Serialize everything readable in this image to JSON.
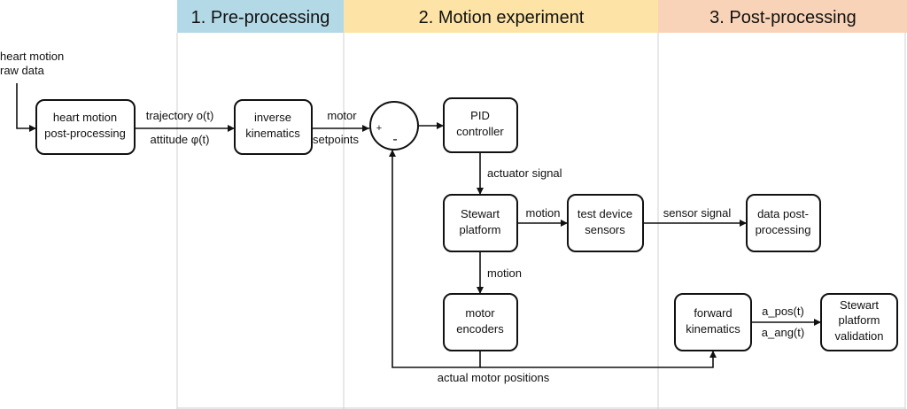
{
  "colors": {
    "header_1": "#b4d9e6",
    "header_2": "#fde4a6",
    "header_3": "#f9d3b8",
    "column_border": "#d0d0d0",
    "stroke": "#111111"
  },
  "headers": {
    "pre": "1. Pre-processing",
    "motion": "2. Motion experiment",
    "post": "3. Post-processing"
  },
  "input": {
    "line1": "heart motion",
    "line2": "raw data"
  },
  "nodes": {
    "heart_post": {
      "line1": "heart motion",
      "line2": "post-processing"
    },
    "inverse": {
      "line1": "inverse",
      "line2": "kinematics"
    },
    "sum": {
      "plus": "+",
      "minus": "-"
    },
    "pid": {
      "line1": "PID",
      "line2": "controller"
    },
    "stewart": {
      "line1": "Stewart",
      "line2": "platform"
    },
    "sensors": {
      "line1": "test device",
      "line2": "sensors"
    },
    "data_post": {
      "line1": "data post-",
      "line2": "processing"
    },
    "encoders": {
      "line1": "motor",
      "line2": "encoders"
    },
    "forward": {
      "line1": "forward",
      "line2": "kinematics"
    },
    "validation": {
      "line1": "Stewart",
      "line2": "platform",
      "line3": "validation"
    }
  },
  "edges": {
    "trajectory": "trajectory o(t)",
    "attitude": "attitude φ(t)",
    "motor": "motor",
    "setpoints": "setpoints",
    "actuator": "actuator signal",
    "motion_right": "motion",
    "sensor_signal": "sensor signal",
    "motion_down": "motion",
    "a_pos": "a_pos(t)",
    "a_ang": "a_ang(t)",
    "actual": "actual motor positions"
  }
}
